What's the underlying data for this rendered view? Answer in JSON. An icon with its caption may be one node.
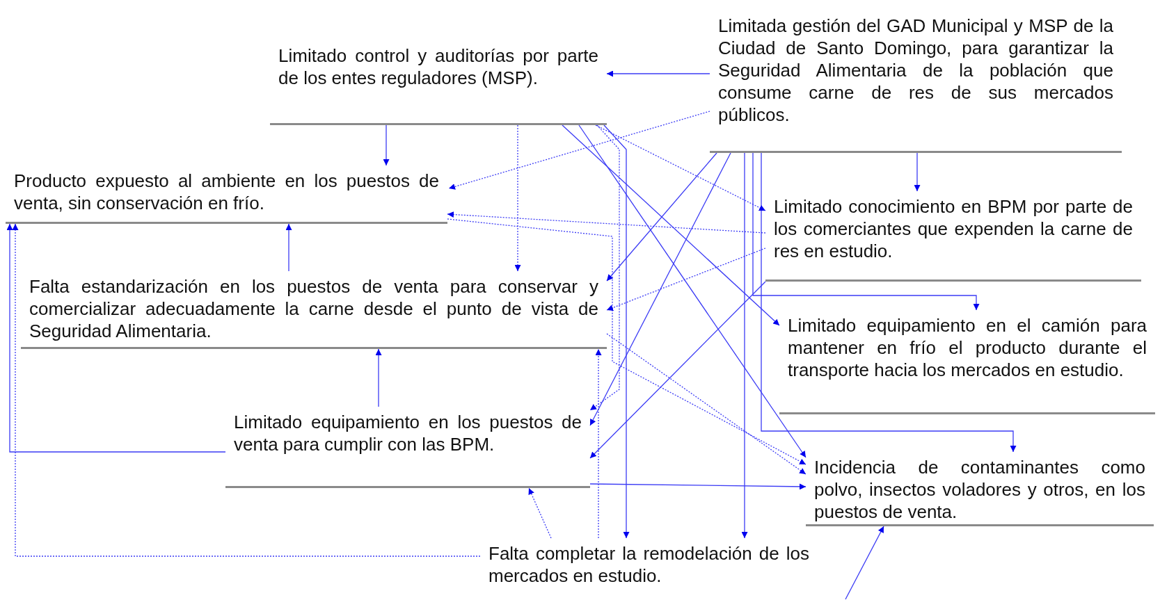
{
  "diagram": {
    "nodes": [
      {
        "text": [
          "Limitada gestión del GAD Municipal y MSP de la Ciudad de Santo Domingo, para garantizar la Seguridad Alimentaria de la población que consume carne de res de sus mercados públicos."
        ]
      },
      {
        "text": [
          "Limitado control y auditorías por parte de los entes reguladores (MSP)."
        ]
      },
      {
        "text": [
          "Producto expuesto al ambiente en los puestos de venta, sin conservación en frío."
        ]
      },
      {
        "text": [
          "Falta estandarización en los puestos de venta para conservar y comercializar adecuadamente la carne desde el punto de vista de Seguridad Alimentaria."
        ]
      },
      {
        "text": [
          "Limitado conocimiento en BPM por parte de los comerciantes que expenden la carne de res en estudio."
        ]
      },
      {
        "text": [
          "Limitado equipamiento en el camión para mantener en frío el producto durante el transporte hacia los mercados en estudio."
        ]
      },
      {
        "text": [
          "Limitado equipamiento en los puestos de venta para cumplir con las BPM."
        ]
      },
      {
        "text": [
          "Incidencia de contaminantes como polvo, insectos voladores y otros, en los puestos de venta."
        ]
      },
      {
        "text": [
          "Falta completar la remodelación de los mercados en estudio."
        ]
      }
    ],
    "edges": [
      {
        "from": 0,
        "to": 1,
        "arrow": "to"
      },
      {
        "from": 0,
        "to": 2,
        "arrow": "to",
        "style": "dashed"
      },
      {
        "from": 0,
        "to": 4,
        "arrow": "to"
      },
      {
        "from": 0,
        "to": 3,
        "arrow": "to"
      },
      {
        "from": 0,
        "to": 6,
        "arrow": "to"
      },
      {
        "from": 0,
        "to": 8,
        "arrow": "to"
      },
      {
        "from": 0,
        "to": 5,
        "arrow": "to"
      },
      {
        "from": 0,
        "to": 7,
        "arrow": "to"
      },
      {
        "from": 1,
        "to": 2,
        "arrow": "to"
      },
      {
        "from": 1,
        "to": 6,
        "arrow": "to",
        "style": "dashed"
      },
      {
        "from": 1,
        "to": 3,
        "arrow": "to",
        "style": "dashed"
      },
      {
        "from": 1,
        "to": 8,
        "arrow": "to"
      },
      {
        "from": 1,
        "to": 4,
        "arrow": "to",
        "style": "dashed"
      },
      {
        "from": 1,
        "to": 5,
        "arrow": "to"
      },
      {
        "from": 1,
        "to": 7,
        "arrow": "to"
      },
      {
        "from": 2,
        "to": 7,
        "arrow": "to",
        "style": "dashed"
      },
      {
        "from": 3,
        "to": 7,
        "arrow": "to",
        "style": "dashed"
      },
      {
        "from": 6,
        "to": 7,
        "arrow": "to"
      },
      {
        "from": 6,
        "to": 3,
        "arrow": "to"
      },
      {
        "from": 6,
        "to": 2,
        "arrow": "to"
      },
      {
        "from": 3,
        "to": 2,
        "arrow": "to"
      },
      {
        "from": 8,
        "to": 2,
        "arrow": "to",
        "style": "dashed"
      },
      {
        "from": 8,
        "to": 3,
        "arrow": "to",
        "style": "dashed"
      },
      {
        "from": 8,
        "to": 6,
        "arrow": "to",
        "style": "dashed"
      },
      {
        "from": 4,
        "to": 2,
        "arrow": "to",
        "style": "dashed"
      },
      {
        "from": 4,
        "to": 3,
        "arrow": "to",
        "style": "dashed"
      },
      {
        "from": 4,
        "to": 6,
        "arrow": "to"
      },
      {
        "from": null,
        "to": 7,
        "arrow": "to"
      }
    ]
  }
}
